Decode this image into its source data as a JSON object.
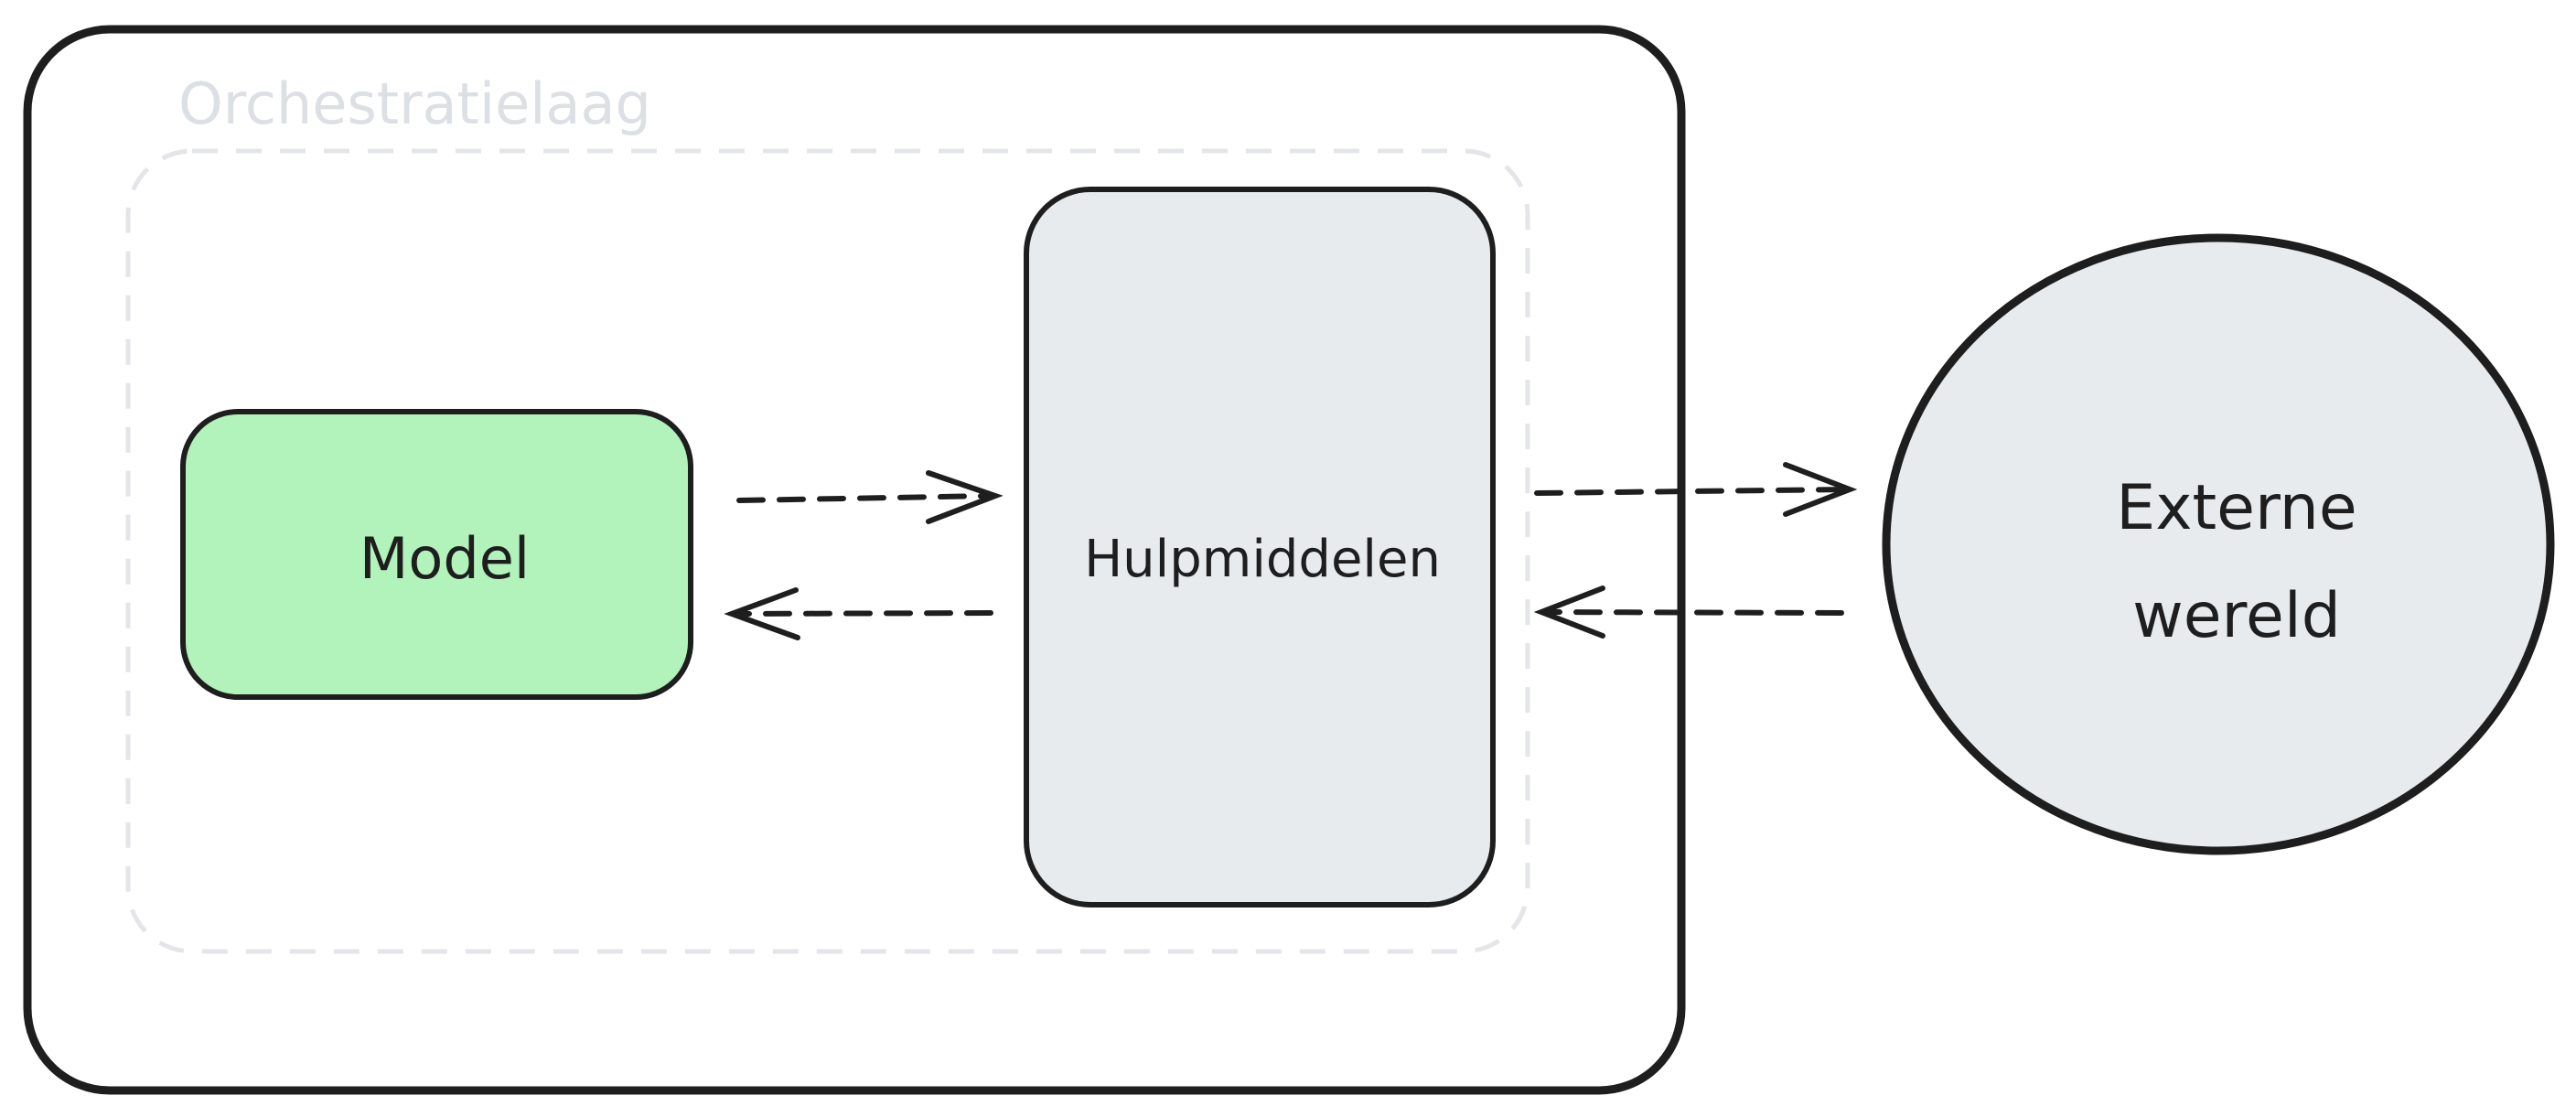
{
  "diagram": {
    "layer_label": "Orchestratielaag",
    "nodes": {
      "model": {
        "label": "Model",
        "fill": "#b2f2bb"
      },
      "tools": {
        "label": "Hulpmiddelen",
        "fill": "#e8ebee"
      },
      "external": {
        "label_line1": "Externe",
        "label_line2": "wereld",
        "fill": "#e8ebee"
      }
    },
    "colors": {
      "stroke": "#1e1e1e",
      "dashed_outline": "#e3e5e8",
      "background": "#ffffff"
    }
  }
}
